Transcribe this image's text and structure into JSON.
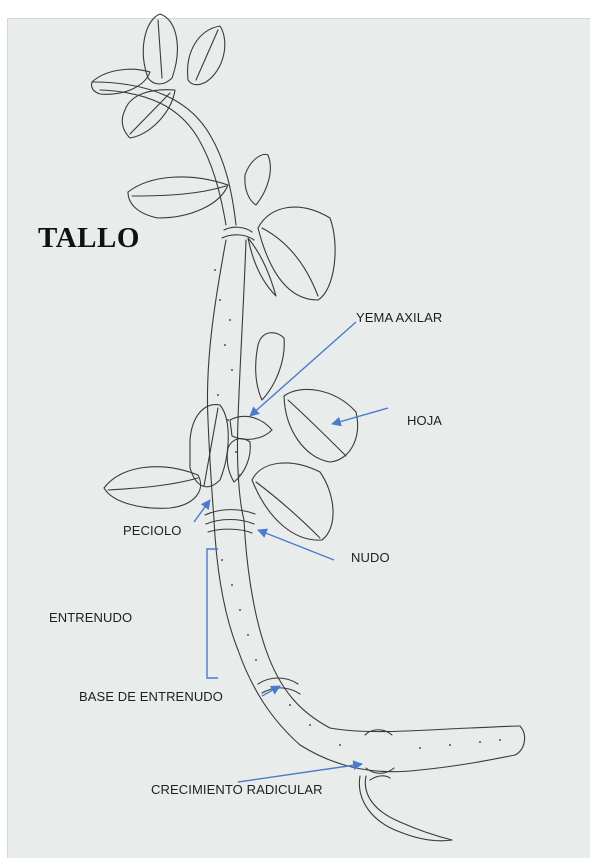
{
  "diagram": {
    "title": "TALLO",
    "labels": {
      "yema_axilar": "YEMA AXILAR",
      "hoja": "HOJA",
      "peciolo": "PECIOLO",
      "nudo": "NUDO",
      "entrenudo": "ENTRENUDO",
      "base_entrenudo": "BASE DE ENTRENUDO",
      "crecimiento_radicular": "CRECIMIENTO RADICULAR"
    },
    "colors": {
      "background": "#e8ecea",
      "arrow": "#4a7bd0",
      "sketch": "#3a3a3a"
    }
  }
}
